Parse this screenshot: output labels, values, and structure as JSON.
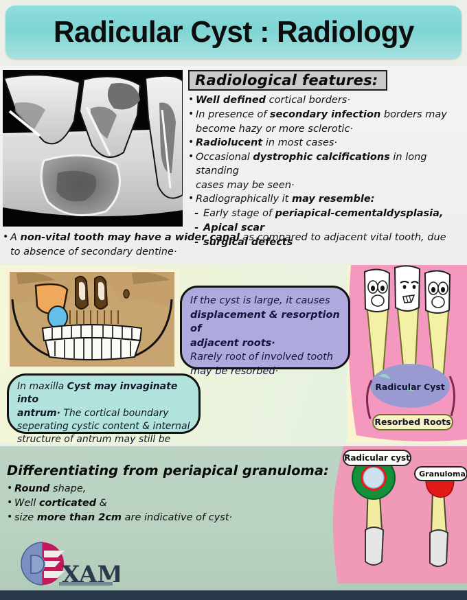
{
  "header": {
    "title": "Radicular Cyst : Radiology",
    "accent": "#7ed4d4"
  },
  "watermark": {
    "text": "DExam"
  },
  "section_radiology": {
    "panel_title": "Radiological features:",
    "xray_alt": "periapical-radiograph",
    "bullets": [
      {
        "marker": "•",
        "bold": "Well defined",
        "rest": " cortical borders·"
      },
      {
        "marker": "•",
        "pre": "In presence of ",
        "bold": "secondary infection",
        "rest": " borders may",
        "cont": "become hazy or more sclerotic·"
      },
      {
        "marker": "•",
        "bold": "Radiolucent",
        "rest": " in most cases·"
      },
      {
        "marker": "•",
        "pre": "Occasional ",
        "bold": "dystrophic calcifications",
        "rest": " in long standing",
        "cont": "cases may be seen·"
      },
      {
        "marker": "•",
        "pre": "Radiographically it ",
        "bold": "may resemble:",
        "rest": ""
      }
    ],
    "sub_bullets": [
      {
        "marker": "-",
        "pre": "Early stage of ",
        "bold": "periapical-cementaldysplasia,",
        "rest": ""
      },
      {
        "marker": "-",
        "pre": "",
        "bold": "Apical scar",
        "rest": ""
      },
      {
        "marker": "-",
        "pre": "",
        "bold": "surgical defects",
        "rest": ""
      }
    ],
    "wide_bullet": {
      "marker": "•",
      "pre": "A ",
      "bold": "non-vital tooth may have a wider canal",
      "rest": " as compared to adjacent vital tooth, due",
      "cont": "to absence of secondary dentine·"
    }
  },
  "section_middle": {
    "jaw_alt": "skull-jaw-illustration",
    "lavender_box": {
      "line1": "If the cyst is large, it causes",
      "bold1": "displacement & resorption of",
      "bold2": "adjacent roots·",
      "line2": "Rarely root of involved tooth",
      "line3": "may be resorbed·",
      "color": "#aeaade"
    },
    "mint_box": {
      "pre1": "In maxilla ",
      "bold1": "Cyst may invaginate into",
      "bold2": "antrum·",
      "line1": " The cortical boundary",
      "line2": "seperating cystic content & internal",
      "line3": "structure of antrum may still be intact",
      "color": "#b3e3dd"
    },
    "tooth_diagram": {
      "cyst_label": "Radicular Cyst",
      "roots_label": "Resorbed Roots",
      "panel_color": "#f598c0",
      "cyst_color": "#9a9ad2",
      "root_color": "#f2f0a8"
    }
  },
  "section_bottom": {
    "title": "Differentiating from periapical granuloma:",
    "bullets": [
      {
        "marker": "•",
        "bold": "Round",
        "rest": " shape,"
      },
      {
        "marker": "•",
        "pre": "Well ",
        "bold": "corticated",
        "rest": " &"
      },
      {
        "marker": "•",
        "pre": "size ",
        "bold": "more than 2cm",
        "rest": " are indicative of cyst·"
      }
    ],
    "comparison": {
      "cyst_label": "Radicular cyst",
      "granuloma_label": "Granuloma",
      "cyst_ring_color": "#12903c",
      "cyst_inner_color": "#cfe0ef",
      "granuloma_color": "#e01b18",
      "panel_color": "#f19ab8"
    }
  },
  "logo": {
    "text": "XAM",
    "d_letter": "D",
    "blue": "#6d84b8",
    "crimson": "#c2185b"
  }
}
